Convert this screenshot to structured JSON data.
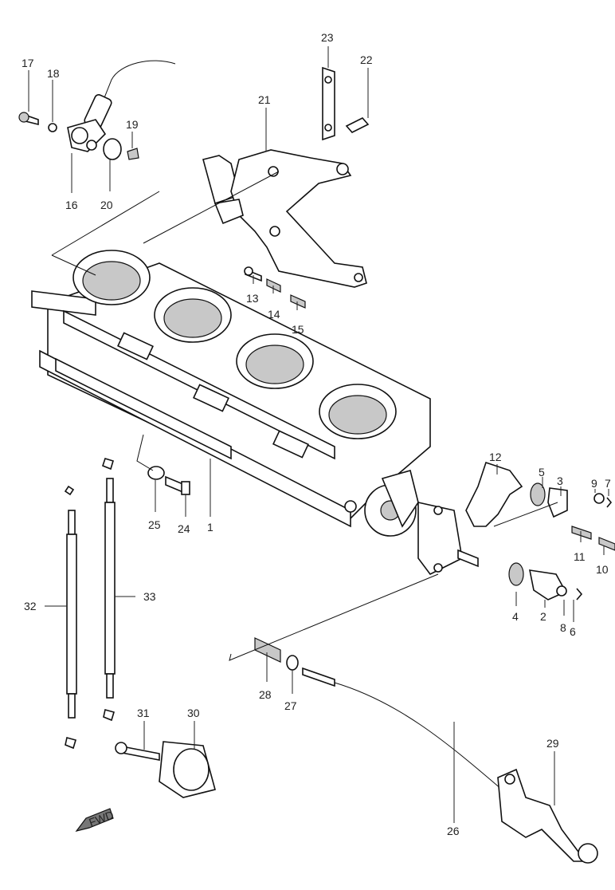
{
  "labels": [
    {
      "id": "n1",
      "text": "1"
    },
    {
      "id": "n2",
      "text": "2"
    },
    {
      "id": "n3",
      "text": "3"
    },
    {
      "id": "n4",
      "text": "4"
    },
    {
      "id": "n5",
      "text": "5"
    },
    {
      "id": "n6",
      "text": "6"
    },
    {
      "id": "n7",
      "text": "7"
    },
    {
      "id": "n8",
      "text": "8"
    },
    {
      "id": "n9",
      "text": "9"
    },
    {
      "id": "n10",
      "text": "10"
    },
    {
      "id": "n11",
      "text": "11"
    },
    {
      "id": "n12",
      "text": "12"
    },
    {
      "id": "n13",
      "text": "13"
    },
    {
      "id": "n14",
      "text": "14"
    },
    {
      "id": "n15",
      "text": "15"
    },
    {
      "id": "n16",
      "text": "16"
    },
    {
      "id": "n17",
      "text": "17"
    },
    {
      "id": "n18",
      "text": "18"
    },
    {
      "id": "n19",
      "text": "19"
    },
    {
      "id": "n20",
      "text": "20"
    },
    {
      "id": "n21",
      "text": "21"
    },
    {
      "id": "n22",
      "text": "22"
    },
    {
      "id": "n23",
      "text": "23"
    },
    {
      "id": "n24",
      "text": "24"
    },
    {
      "id": "n25",
      "text": "25"
    },
    {
      "id": "n26",
      "text": "26"
    },
    {
      "id": "n27",
      "text": "27"
    },
    {
      "id": "n28",
      "text": "28"
    },
    {
      "id": "n29",
      "text": "29"
    },
    {
      "id": "n30",
      "text": "30"
    },
    {
      "id": "n31",
      "text": "31"
    },
    {
      "id": "n32",
      "text": "32"
    },
    {
      "id": "n33",
      "text": "33"
    }
  ],
  "fwd_marker": "FWD"
}
